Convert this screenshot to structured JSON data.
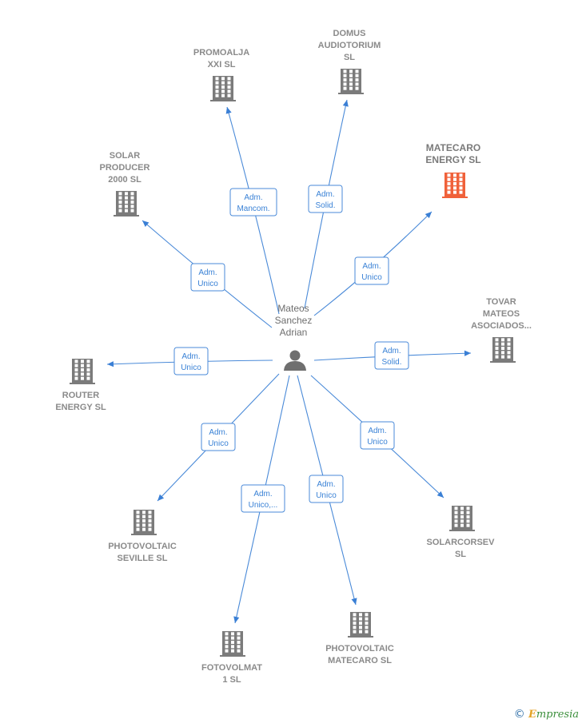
{
  "person": {
    "name_lines": [
      "Mateos",
      "Sanchez",
      "Adrian"
    ]
  },
  "companies": [
    {
      "id": "promoalja",
      "lines": [
        "PROMOALJA",
        "XXI  SL"
      ],
      "highlight": false
    },
    {
      "id": "domus",
      "lines": [
        "DOMUS",
        "AUDIOTORIUM",
        "SL"
      ],
      "highlight": false
    },
    {
      "id": "matecaro-energy",
      "lines": [
        "MATECARO",
        "ENERGY  SL"
      ],
      "highlight": true
    },
    {
      "id": "solar-producer",
      "lines": [
        "SOLAR",
        "PRODUCER",
        "2000  SL"
      ],
      "highlight": false
    },
    {
      "id": "tovar",
      "lines": [
        "TOVAR",
        "MATEOS",
        "ASOCIADOS..."
      ],
      "highlight": false
    },
    {
      "id": "router",
      "lines": [
        "ROUTER",
        "ENERGY  SL"
      ],
      "highlight": false
    },
    {
      "id": "pv-seville",
      "lines": [
        "PHOTOVOLTAIC",
        "SEVILLE  SL"
      ],
      "highlight": false
    },
    {
      "id": "solarcorsev",
      "lines": [
        "SOLARCORSEV",
        "SL"
      ],
      "highlight": false
    },
    {
      "id": "fotovolmat",
      "lines": [
        "FOTOVOLMAT",
        "1  SL"
      ],
      "highlight": false
    },
    {
      "id": "pv-matecaro",
      "lines": [
        "PHOTOVOLTAIC",
        "MATECARO  SL"
      ],
      "highlight": false
    }
  ],
  "relations": [
    {
      "to": "promoalja",
      "role_lines": [
        "Adm.",
        "Mancom."
      ]
    },
    {
      "to": "domus",
      "role_lines": [
        "Adm.",
        "Solid."
      ]
    },
    {
      "to": "matecaro-energy",
      "role_lines": [
        "Adm.",
        "Unico"
      ]
    },
    {
      "to": "solar-producer",
      "role_lines": [
        "Adm.",
        "Unico"
      ]
    },
    {
      "to": "tovar",
      "role_lines": [
        "Adm.",
        "Solid."
      ]
    },
    {
      "to": "router",
      "role_lines": [
        "Adm.",
        "Unico"
      ]
    },
    {
      "to": "pv-seville",
      "role_lines": [
        "Adm.",
        "Unico"
      ]
    },
    {
      "to": "solarcorsev",
      "role_lines": [
        "Adm.",
        "Unico"
      ]
    },
    {
      "to": "fotovolmat",
      "role_lines": [
        "Adm.",
        "Unico,..."
      ]
    },
    {
      "to": "pv-matecaro",
      "role_lines": [
        "Adm.",
        "Unico"
      ]
    }
  ],
  "colors": {
    "edge": "#4a8ad8",
    "building": "#7b7b7b",
    "highlight_building": "#f0613a",
    "person_icon": "#6f6f6f"
  },
  "icons": {
    "company": "building-icon",
    "person": "person-icon"
  },
  "brand": {
    "copyright": "©",
    "initial": "E",
    "rest": "mpresia"
  }
}
